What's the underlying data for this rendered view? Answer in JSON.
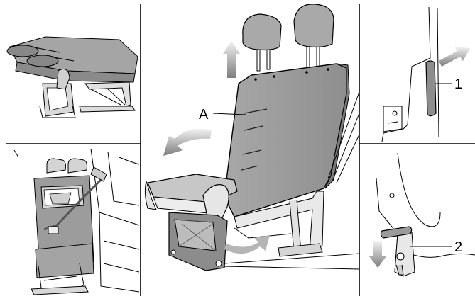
{
  "callouts": {
    "a": "A",
    "one": "1",
    "two": "2"
  },
  "colors": {
    "cushion": "#9a9a9a",
    "cushion_light": "#c9c9c9",
    "cushion_dark": "#6e6e6e",
    "metal": "#d6d6d6",
    "outline": "#000000"
  }
}
